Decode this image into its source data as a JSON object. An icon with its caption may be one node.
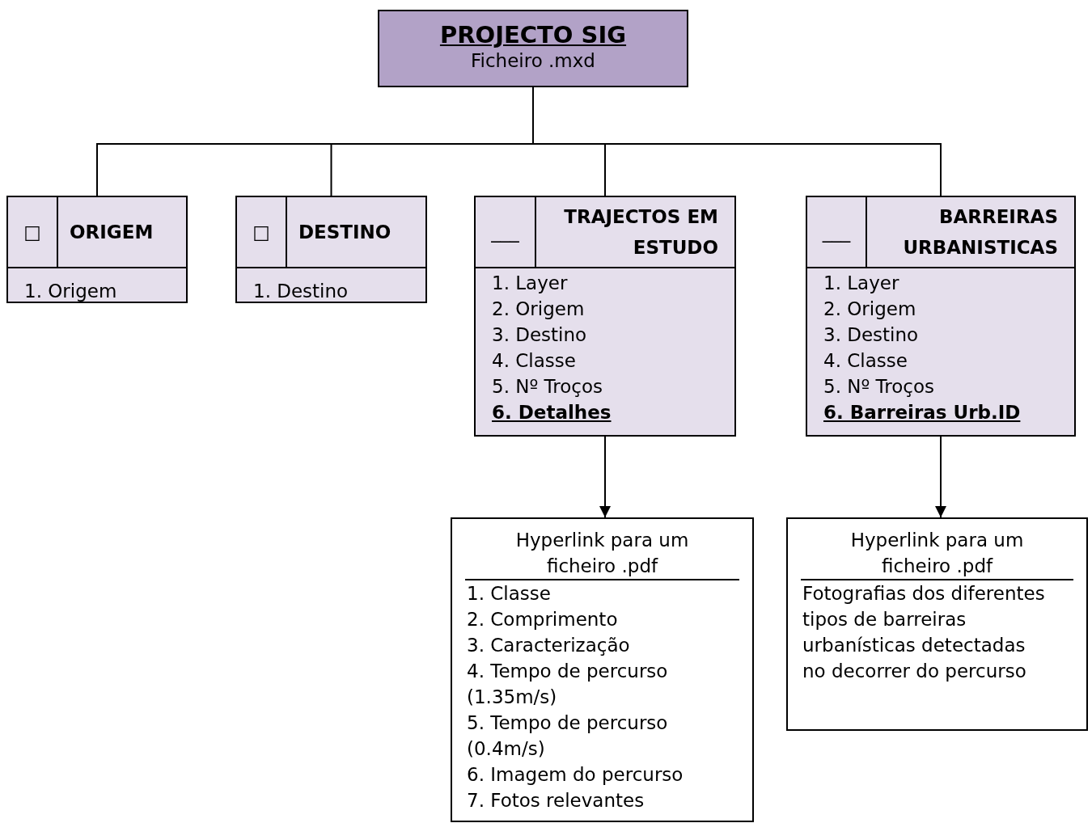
{
  "diagram": {
    "nodes": [
      {
        "text": [
          "PROJECTO SIG",
          "Ficheiro .mxd"
        ]
      },
      {
        "text": [
          "□",
          "ORIGEM",
          "1. Origem"
        ]
      },
      {
        "text": [
          "□",
          "DESTINO",
          "1. Destino"
        ]
      },
      {
        "text": [
          "___",
          "TRAJECTOS EM ESTUDO",
          "1. Layer",
          "2. Origem",
          "3. Destino",
          "4. Classe",
          "5. Nº Troços",
          "6. Detalhes"
        ]
      },
      {
        "text": [
          "___",
          "BARREIRAS URBANISTICAS",
          "1. Layer",
          "2. Origem",
          "3. Destino",
          "4. Classe",
          "5. Nº Troços",
          "6. Barreiras Urb.ID"
        ]
      },
      {
        "text": [
          "Hyperlink para um ficheiro .pdf",
          "1. Classe",
          "2. Comprimento",
          "3. Caracterização",
          "4. Tempo de percurso (1.35m/s)",
          "5. Tempo de percurso (0.4m/s)",
          "6. Imagem do percurso",
          "7. Fotos relevantes"
        ]
      },
      {
        "text": [
          "Hyperlink para um ficheiro .pdf",
          "Fotografias dos diferentes tipos de barreiras urbanísticas detectadas no decorrer do percurso"
        ]
      }
    ],
    "edges": [
      {
        "from": 0,
        "to": 1,
        "arrow": "none"
      },
      {
        "from": 0,
        "to": 2,
        "arrow": "none"
      },
      {
        "from": 0,
        "to": 3,
        "arrow": "none"
      },
      {
        "from": 0,
        "to": 4,
        "arrow": "none"
      },
      {
        "from": 3,
        "to": 5,
        "arrow": "to"
      },
      {
        "from": 4,
        "to": 6,
        "arrow": "to"
      }
    ]
  }
}
